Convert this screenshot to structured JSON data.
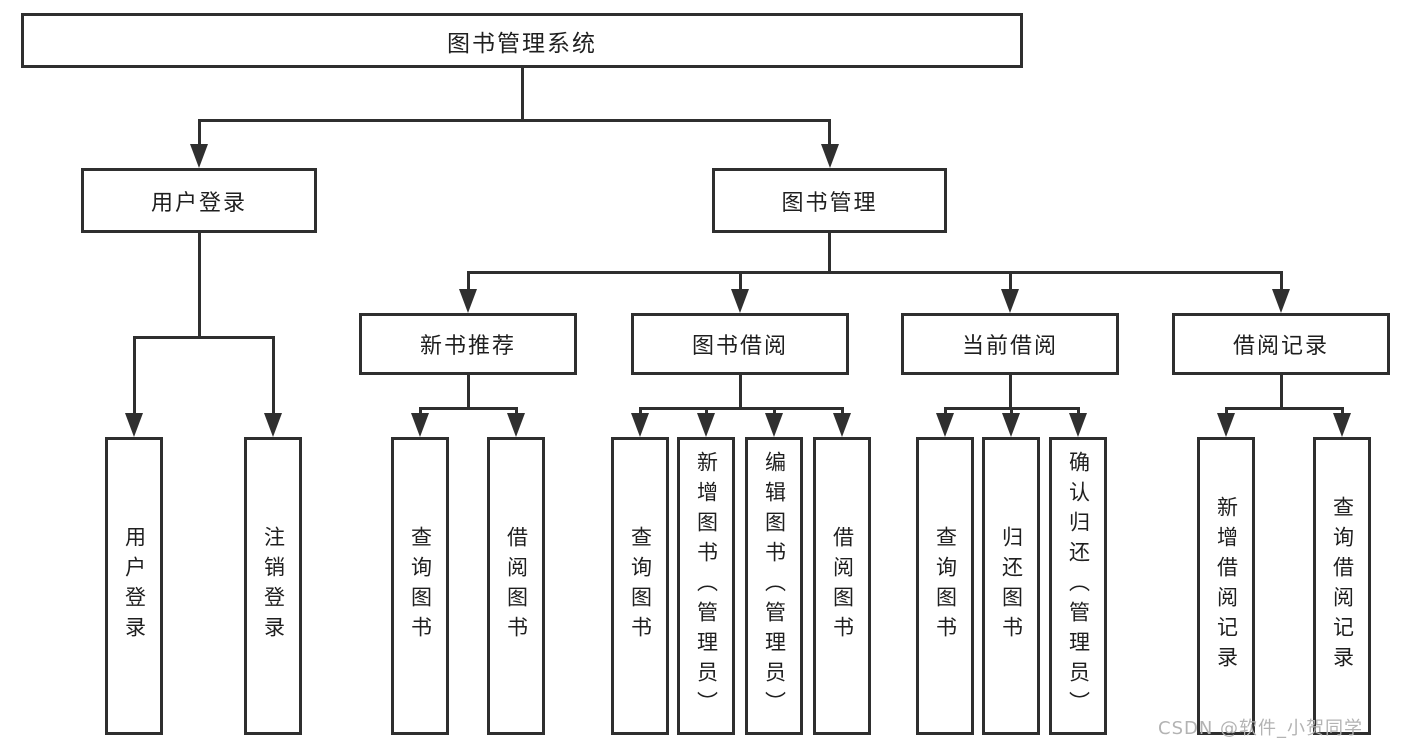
{
  "diagram": {
    "title": "图书管理系统",
    "nodes": [
      {
        "id": "root",
        "label": "图书管理系统",
        "level": 1
      },
      {
        "id": "user-login",
        "label": "用户登录",
        "level": 2
      },
      {
        "id": "book-mgmt",
        "label": "图书管理",
        "level": 2
      },
      {
        "id": "new-book-rec",
        "label": "新书推荐",
        "level": 3
      },
      {
        "id": "book-borrow",
        "label": "图书借阅",
        "level": 3
      },
      {
        "id": "current-borrow",
        "label": "当前借阅",
        "level": 3
      },
      {
        "id": "borrow-records",
        "label": "借阅记录",
        "level": 3
      },
      {
        "id": "user-login-leaf",
        "label": "用户登录",
        "level": 4
      },
      {
        "id": "logout-leaf",
        "label": "注销登录",
        "level": 4
      },
      {
        "id": "query-book-1",
        "label": "查询图书",
        "level": 4
      },
      {
        "id": "borrow-book-1",
        "label": "借阅图书",
        "level": 4
      },
      {
        "id": "query-book-2",
        "label": "查询图书",
        "level": 4
      },
      {
        "id": "add-book",
        "label": "新增图书（管理员）",
        "level": 4
      },
      {
        "id": "edit-book",
        "label": "编辑图书（管理员）",
        "level": 4
      },
      {
        "id": "borrow-book-2",
        "label": "借阅图书",
        "level": 4
      },
      {
        "id": "query-book-3",
        "label": "查询图书",
        "level": 4
      },
      {
        "id": "return-book",
        "label": "归还图书",
        "level": 4
      },
      {
        "id": "confirm-return",
        "label": "确认归还（管理员）",
        "level": 4
      },
      {
        "id": "add-borrow-record",
        "label": "新增借阅记录",
        "level": 4
      },
      {
        "id": "query-borrow-record",
        "label": "查询借阅记录",
        "level": 4
      }
    ],
    "edges": [
      [
        "root",
        "user-login"
      ],
      [
        "root",
        "book-mgmt"
      ],
      [
        "user-login",
        "user-login-leaf"
      ],
      [
        "user-login",
        "logout-leaf"
      ],
      [
        "book-mgmt",
        "new-book-rec"
      ],
      [
        "book-mgmt",
        "book-borrow"
      ],
      [
        "book-mgmt",
        "current-borrow"
      ],
      [
        "book-mgmt",
        "borrow-records"
      ],
      [
        "new-book-rec",
        "query-book-1"
      ],
      [
        "new-book-rec",
        "borrow-book-1"
      ],
      [
        "book-borrow",
        "query-book-2"
      ],
      [
        "book-borrow",
        "add-book"
      ],
      [
        "book-borrow",
        "edit-book"
      ],
      [
        "book-borrow",
        "borrow-book-2"
      ],
      [
        "current-borrow",
        "query-book-3"
      ],
      [
        "current-borrow",
        "return-book"
      ],
      [
        "current-borrow",
        "confirm-return"
      ],
      [
        "borrow-records",
        "add-borrow-record"
      ],
      [
        "borrow-records",
        "query-borrow-record"
      ]
    ]
  },
  "watermark": {
    "text": "CSDN @软件_小贺同学"
  },
  "colors": {
    "line": "#2f2f2f",
    "text": "#1f1f1f",
    "watermark": "#b3b3b3",
    "background": "#ffffff"
  }
}
